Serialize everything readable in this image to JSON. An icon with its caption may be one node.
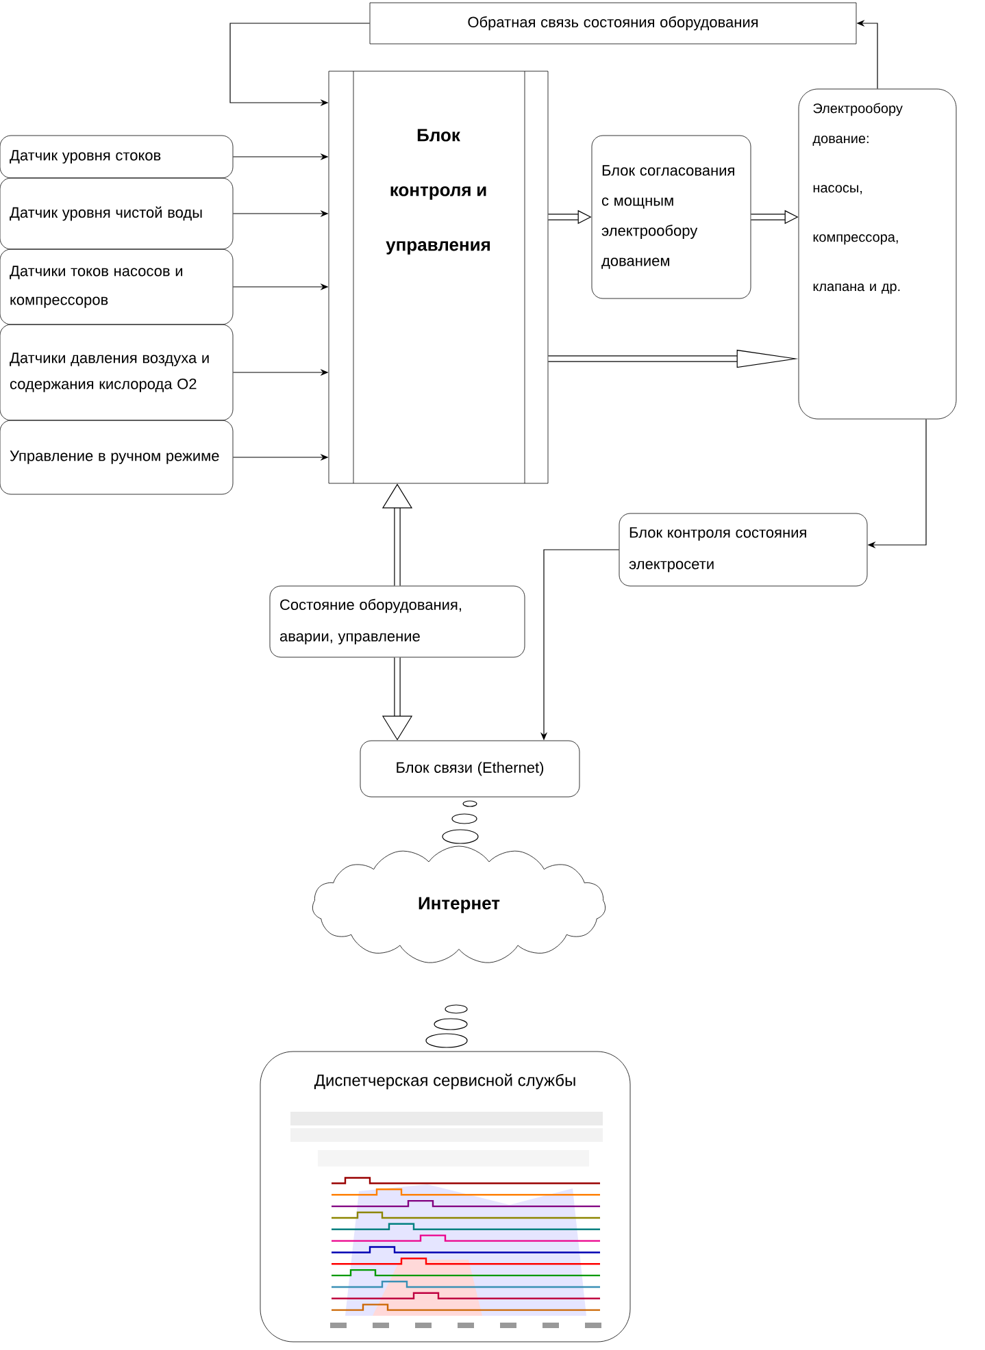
{
  "diagram": {
    "nodes": [
      {
        "text": [
          "Обратная связь состояния оборудования"
        ]
      },
      {
        "text": [
          "Блок контроля и управления"
        ]
      },
      {
        "text": [
          "Датчик уровня стоков"
        ]
      },
      {
        "text": [
          "Датчик уровня чистой воды"
        ]
      },
      {
        "text": [
          "Датчики токов насосов и компрессоров"
        ]
      },
      {
        "text": [
          "Датчики давления воздуха и содержания кислорода О2"
        ]
      },
      {
        "text": [
          "Управление в ручном режиме"
        ]
      },
      {
        "text": [
          "Блок согласования с мощным электрообору дованием"
        ]
      },
      {
        "text": [
          "Электрообору дование:",
          "насосы,",
          "компрессора,",
          "клапана и др."
        ]
      },
      {
        "text": [
          "Блок контроля состояния электросети"
        ]
      },
      {
        "text": [
          "Состояние оборудования, аварии, управление"
        ]
      },
      {
        "text": [
          "Блок связи (Ethernet)"
        ]
      },
      {
        "text": [
          "Интернет"
        ]
      },
      {
        "text": [
          "Диспетчерская сервисной службы"
        ]
      },
      {
        "text": [],
        "shape": "picture",
        "in": 13
      }
    ],
    "edges": [
      {
        "from": 8,
        "to": 0,
        "arrow": "to"
      },
      {
        "from": 0,
        "to": 1,
        "arrow": "to"
      },
      {
        "from": 2,
        "to": 1,
        "arrow": "to"
      },
      {
        "from": 3,
        "to": 1,
        "arrow": "to"
      },
      {
        "from": 4,
        "to": 1,
        "arrow": "to"
      },
      {
        "from": 5,
        "to": 1,
        "arrow": "to"
      },
      {
        "from": 6,
        "to": 1,
        "arrow": "to"
      },
      {
        "from": 1,
        "to": 7,
        "arrow": "to",
        "style": "thick"
      },
      {
        "from": 7,
        "to": 8,
        "arrow": "to",
        "style": "thick"
      },
      {
        "from": 1,
        "to": 8,
        "arrow": "to",
        "style": "thick"
      },
      {
        "from": 8,
        "to": 9,
        "arrow": "to"
      },
      {
        "from": 9,
        "to": 11,
        "arrow": "to"
      },
      {
        "from": 10,
        "to": 1,
        "arrow": "to",
        "style": "thick"
      },
      {
        "from": 10,
        "to": 11,
        "arrow": "to",
        "style": "thick"
      }
    ]
  }
}
